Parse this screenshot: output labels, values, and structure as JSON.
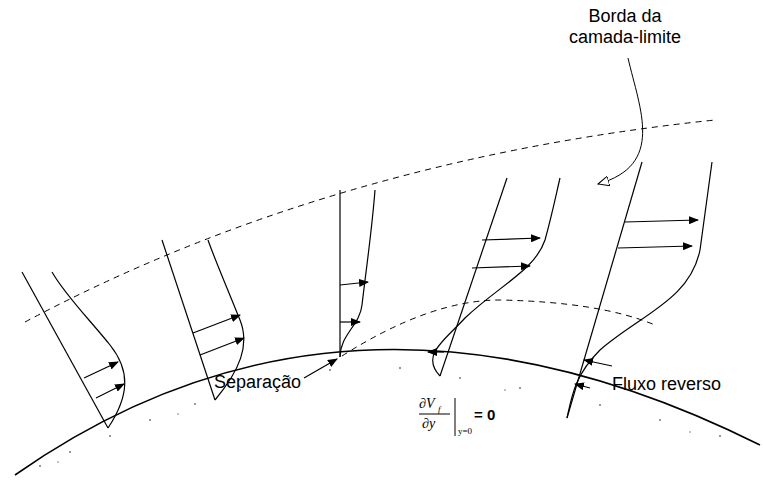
{
  "diagram": {
    "labels": [
      "Borda da camada-limite",
      "Separação",
      "Fluxo reverso",
      "∂V",
      "f",
      "∂y",
      "y=0",
      "= 0"
    ]
  }
}
